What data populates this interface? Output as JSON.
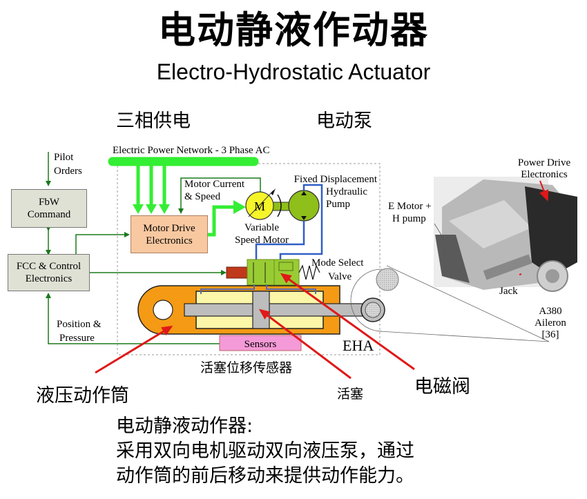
{
  "title": {
    "chinese": "电动静液作动器",
    "english": "Electro-Hydrostatic Actuator"
  },
  "top_labels": {
    "three_phase_power": "三相供电",
    "electric_pump": "电动泵"
  },
  "diagram": {
    "power_network": "Electric Power Network - 3 Phase AC",
    "pilot_orders": [
      "Pilot",
      "Orders"
    ],
    "fbw_command": [
      "FbW",
      "Command"
    ],
    "fcc_control": [
      "FCC & Control",
      "Electronics"
    ],
    "motor_drive": [
      "Motor Drive",
      "Electronics"
    ],
    "motor_current_speed": [
      "Motor Current",
      "& Speed"
    ],
    "motor_symbol": "M",
    "variable_speed_motor": [
      "Variable",
      "Speed Motor"
    ],
    "fixed_displacement_pump": [
      "Fixed Displacement",
      "Hydraulic",
      "Pump"
    ],
    "mode_select_valve": [
      "Mode Select",
      "Valve"
    ],
    "position_pressure": [
      "Position &",
      "Pressure"
    ],
    "sensors": "Sensors",
    "eha_label": "EHA"
  },
  "photo_labels": {
    "power_drive_electronics": [
      "Power Drive",
      "Electronics"
    ],
    "e_motor_h_pump": [
      "E Motor +",
      "H pump"
    ],
    "jack": "Jack",
    "caption": [
      "A380",
      "Aileron",
      "[36]"
    ]
  },
  "callouts": {
    "piston_sensor": "活塞位移传感器",
    "hydraulic_cylinder": "液压动作筒",
    "piston": "活塞",
    "solenoid_valve": "电磁阀"
  },
  "description": {
    "line1": "电动静液动作器:",
    "line2": "采用双向电机驱动双向液压泵，通过",
    "line3": "动作筒的前后移动来提供动作能力。"
  },
  "colors": {
    "power_green": "#33ee33",
    "signal_green": "#1a7a1a",
    "box_gray": "#dfe1d5",
    "motor_drive_orange": "#f8c8a0",
    "motor_yellow": "#f5f52a",
    "pump_green": "#8fbf1a",
    "valve_green": "#99cc33",
    "cylinder_orange": "#f59a14",
    "chamber_yellow": "#fbf6a8",
    "rod_gray": "#bdbdbd",
    "sensors_pink": "#f59ad8",
    "hydraulic_blue": "#2f5fc6",
    "callout_red": "#e01818",
    "solenoid_red": "#c0391b"
  }
}
